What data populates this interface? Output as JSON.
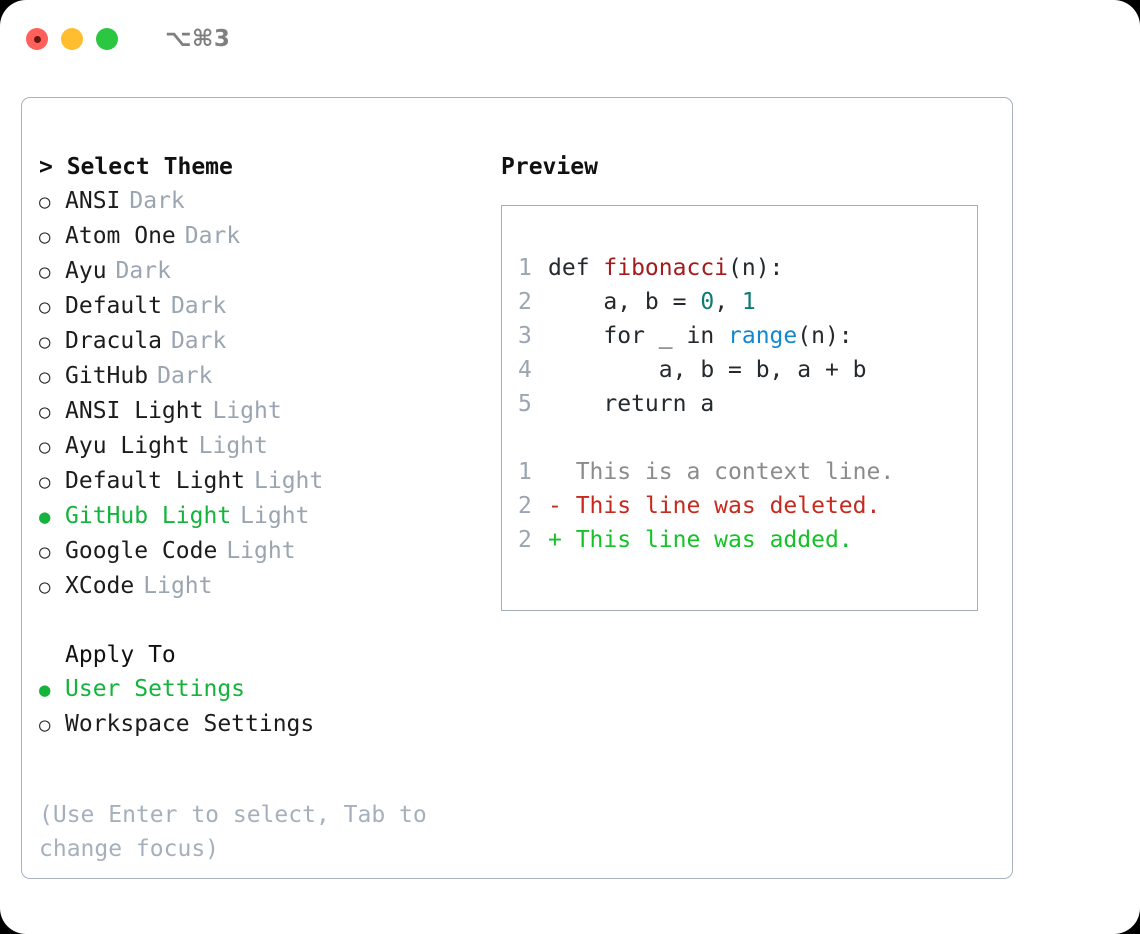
{
  "titlebar": {
    "shortcut": "⌥⌘3",
    "lights": [
      "close",
      "minimize",
      "zoom"
    ]
  },
  "theme_panel": {
    "heading": "> Select Theme",
    "options": [
      {
        "bullet": "○",
        "selected": false,
        "label": "ANSI",
        "tag": "Dark"
      },
      {
        "bullet": "○",
        "selected": false,
        "label": "Atom One",
        "tag": "Dark"
      },
      {
        "bullet": "○",
        "selected": false,
        "label": "Ayu",
        "tag": "Dark"
      },
      {
        "bullet": "○",
        "selected": false,
        "label": "Default",
        "tag": "Dark"
      },
      {
        "bullet": "○",
        "selected": false,
        "label": "Dracula",
        "tag": "Dark"
      },
      {
        "bullet": "○",
        "selected": false,
        "label": "GitHub",
        "tag": "Dark"
      },
      {
        "bullet": "○",
        "selected": false,
        "label": "ANSI Light",
        "tag": "Light"
      },
      {
        "bullet": "○",
        "selected": false,
        "label": "Ayu Light",
        "tag": "Light"
      },
      {
        "bullet": "○",
        "selected": false,
        "label": "Default Light",
        "tag": "Light"
      },
      {
        "bullet": "●",
        "selected": true,
        "label": "GitHub Light",
        "tag": "Light"
      },
      {
        "bullet": "○",
        "selected": false,
        "label": "Google Code",
        "tag": "Light"
      },
      {
        "bullet": "○",
        "selected": false,
        "label": "XCode",
        "tag": "Light"
      }
    ]
  },
  "apply_to": {
    "heading": "Apply To",
    "options": [
      {
        "bullet": "●",
        "selected": true,
        "label": "User Settings"
      },
      {
        "bullet": "○",
        "selected": false,
        "label": "Workspace Settings"
      }
    ]
  },
  "hint": "(Use Enter to select, Tab to change focus)",
  "preview": {
    "title": "Preview",
    "code_lines": [
      {
        "num": "1",
        "tokens": [
          {
            "text": "def ",
            "type": "plain"
          },
          {
            "text": "fibonacci",
            "type": "fn"
          },
          {
            "text": "(n):",
            "type": "plain"
          }
        ]
      },
      {
        "num": "2",
        "tokens": [
          {
            "text": "    a, b = ",
            "type": "plain"
          },
          {
            "text": "0",
            "type": "num"
          },
          {
            "text": ", ",
            "type": "plain"
          },
          {
            "text": "1",
            "type": "num"
          }
        ]
      },
      {
        "num": "3",
        "tokens": [
          {
            "text": "    for _ in ",
            "type": "plain"
          },
          {
            "text": "range",
            "type": "call"
          },
          {
            "text": "(n):",
            "type": "plain"
          }
        ]
      },
      {
        "num": "4",
        "tokens": [
          {
            "text": "        a, b = b, a + b",
            "type": "plain"
          }
        ]
      },
      {
        "num": "5",
        "tokens": [
          {
            "text": "    return a",
            "type": "plain"
          }
        ]
      }
    ],
    "diff_lines": [
      {
        "num": "1",
        "marker": "  ",
        "text": "This is a context line.",
        "kind": "ctx"
      },
      {
        "num": "2",
        "marker": "- ",
        "text": "This line was deleted.",
        "kind": "del"
      },
      {
        "num": "2",
        "marker": "+ ",
        "text": "This line was added.",
        "kind": "add"
      }
    ]
  },
  "colors": {
    "accent_green": "#14b33c",
    "muted": "#9aa5b1",
    "border": "#a8b2c1",
    "function": "#a31b1b",
    "number": "#0f7a72",
    "callable": "#1287d0",
    "diff_delete": "#c62a1e",
    "diff_add": "#15c227"
  }
}
